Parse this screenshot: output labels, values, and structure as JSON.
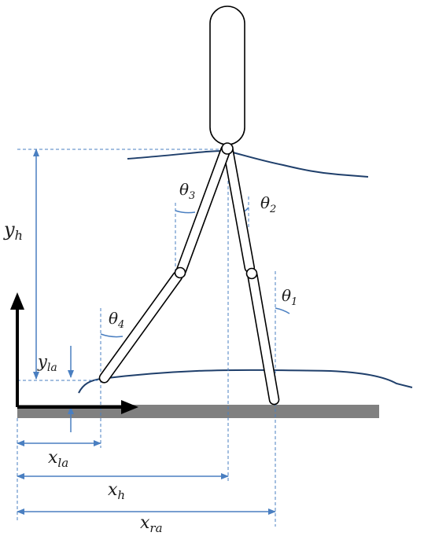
{
  "labels": {
    "theta1": "θ",
    "theta1_sub": "1",
    "theta2": "θ",
    "theta2_sub": "2",
    "theta3": "θ",
    "theta3_sub": "3",
    "theta4": "θ",
    "theta4_sub": "4",
    "yh": "y",
    "yh_sub": "h",
    "yla": "y",
    "yla_sub": "la",
    "xla": "x",
    "xla_sub": "la",
    "xh": "x",
    "xh_sub": "h",
    "xra": "x",
    "xra_sub": "ra"
  },
  "colors": {
    "ground": "#808080",
    "dimension": "#4a7fc1",
    "trace": "#1f3f6b",
    "axes": "#000000",
    "outline": "#000000"
  }
}
